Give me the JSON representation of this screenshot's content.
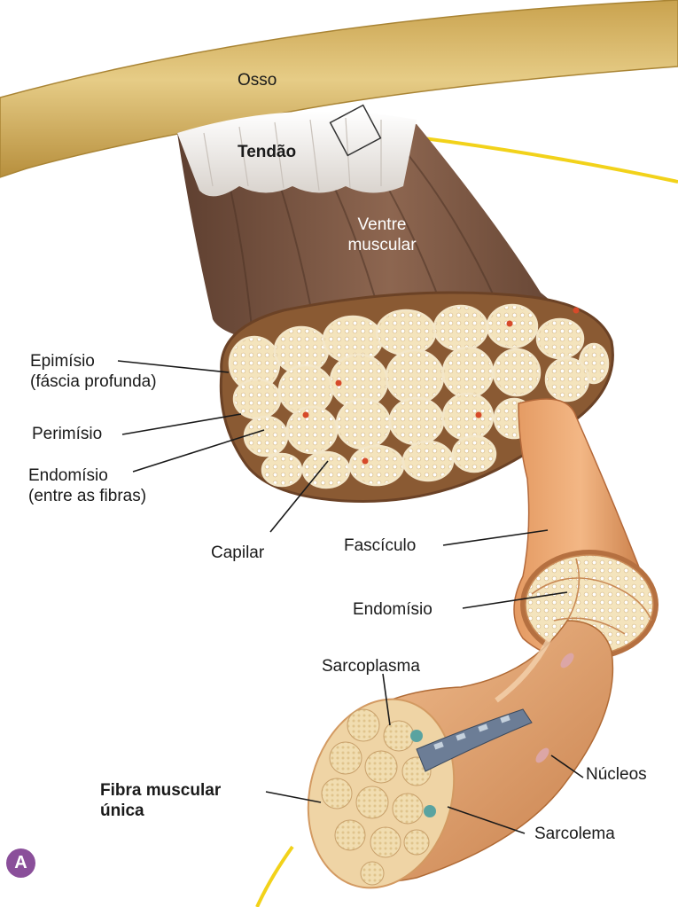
{
  "labels": {
    "osso": "Osso",
    "tendao": "Tendão",
    "ventre_line1": "Ventre",
    "ventre_line2": "muscular",
    "epimisio_line1": "Epimísio",
    "epimisio_line2": "(fáscia profunda)",
    "perimisio": "Perimísio",
    "endomisio_line1": "Endomísio",
    "endomisio_line2": "(entre as fibras)",
    "capilar": "Capilar",
    "fasciculo": "Fascículo",
    "endomisio2": "Endomísio",
    "sarcoplasma": "Sarcoplasma",
    "nucleos": "Núcleos",
    "fibra_line1": "Fibra muscular",
    "fibra_line2": "única",
    "sarcolema": "Sarcolema",
    "panel": "A"
  },
  "colors": {
    "bone": "#d9b763",
    "tendon": "#f2f2f2",
    "muscle": "#7a5440",
    "fascicle_fill": "#f0d9a0",
    "fascicle_border": "#8a5a33",
    "fiber_sheath": "#d9925a",
    "accent_line": "#f2d21a",
    "panel_badge": "#8a4f9a"
  }
}
